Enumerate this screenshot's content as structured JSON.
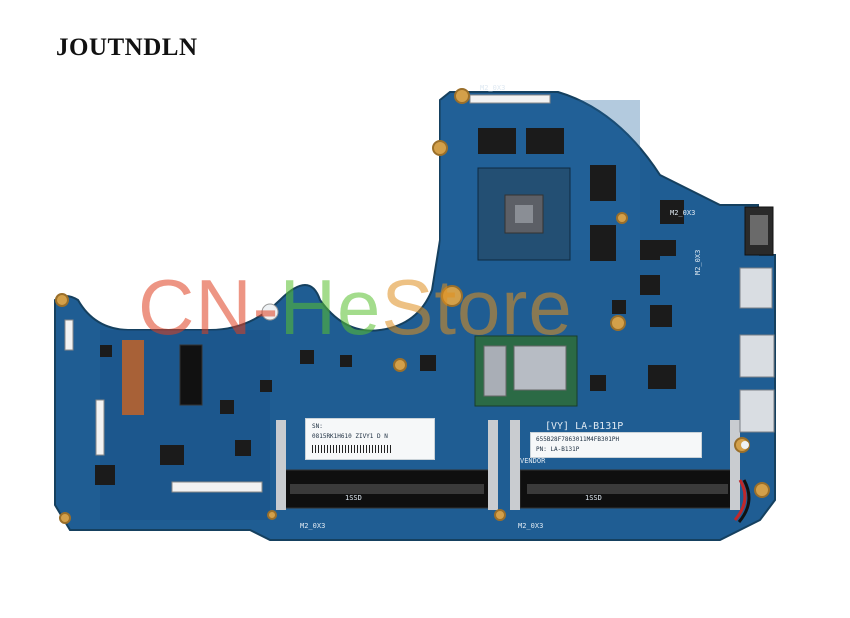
{
  "brand": {
    "text": "JOUTNDLN"
  },
  "watermark": {
    "part1": "CN-",
    "part2": "He",
    "part3": "Store"
  },
  "board": {
    "model": "[VY] LA-B131P",
    "hole_labels": [
      "M2_0X3",
      "M2_0X3",
      "M2_0X3",
      "M2_0X3",
      "M2_0X3"
    ],
    "sticker_left_lines": [
      "SN: ",
      "0815RK1H610 ZIVY1 D N"
    ],
    "sticker_right_lines": [
      "655B28F7863011M4FB301PH",
      "PN: LA-B131P"
    ],
    "vendor_label": "VENDOR",
    "slot_labels": [
      "1SSD",
      "1SSD"
    ]
  },
  "colors": {
    "pcb": "#1f5d93",
    "pcb_dark": "#17466f",
    "chip": "#1b1b1b",
    "gold": "#d3a04a"
  }
}
